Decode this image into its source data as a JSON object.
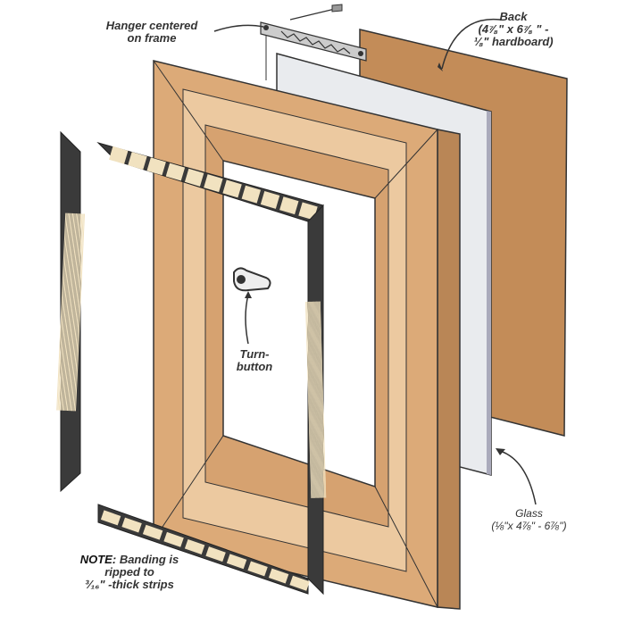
{
  "labels": {
    "hanger": [
      "Hanger centered",
      "on frame"
    ],
    "back": [
      "Back",
      "(4⅞\" x 6⅞ \" -",
      "⅛\" hardboard)"
    ],
    "turnbutton": [
      "Turn-",
      "button"
    ],
    "glass": [
      "Glass",
      "(⅛\"x 4⅞\" - 6⅞\")"
    ],
    "note_prefix": "NOTE:",
    "note": [
      "Banding is",
      "ripped to",
      "³⁄₁₆\" -thick strips"
    ]
  },
  "colors": {
    "wood": "#dcaa78",
    "wood_light": "#ecc9a0",
    "wood_dark": "#b98656",
    "back": "#c38c58",
    "glass": "#e9ebee",
    "banding_dark": "#3a3a3a",
    "banding_light": "#f1e2c0"
  }
}
